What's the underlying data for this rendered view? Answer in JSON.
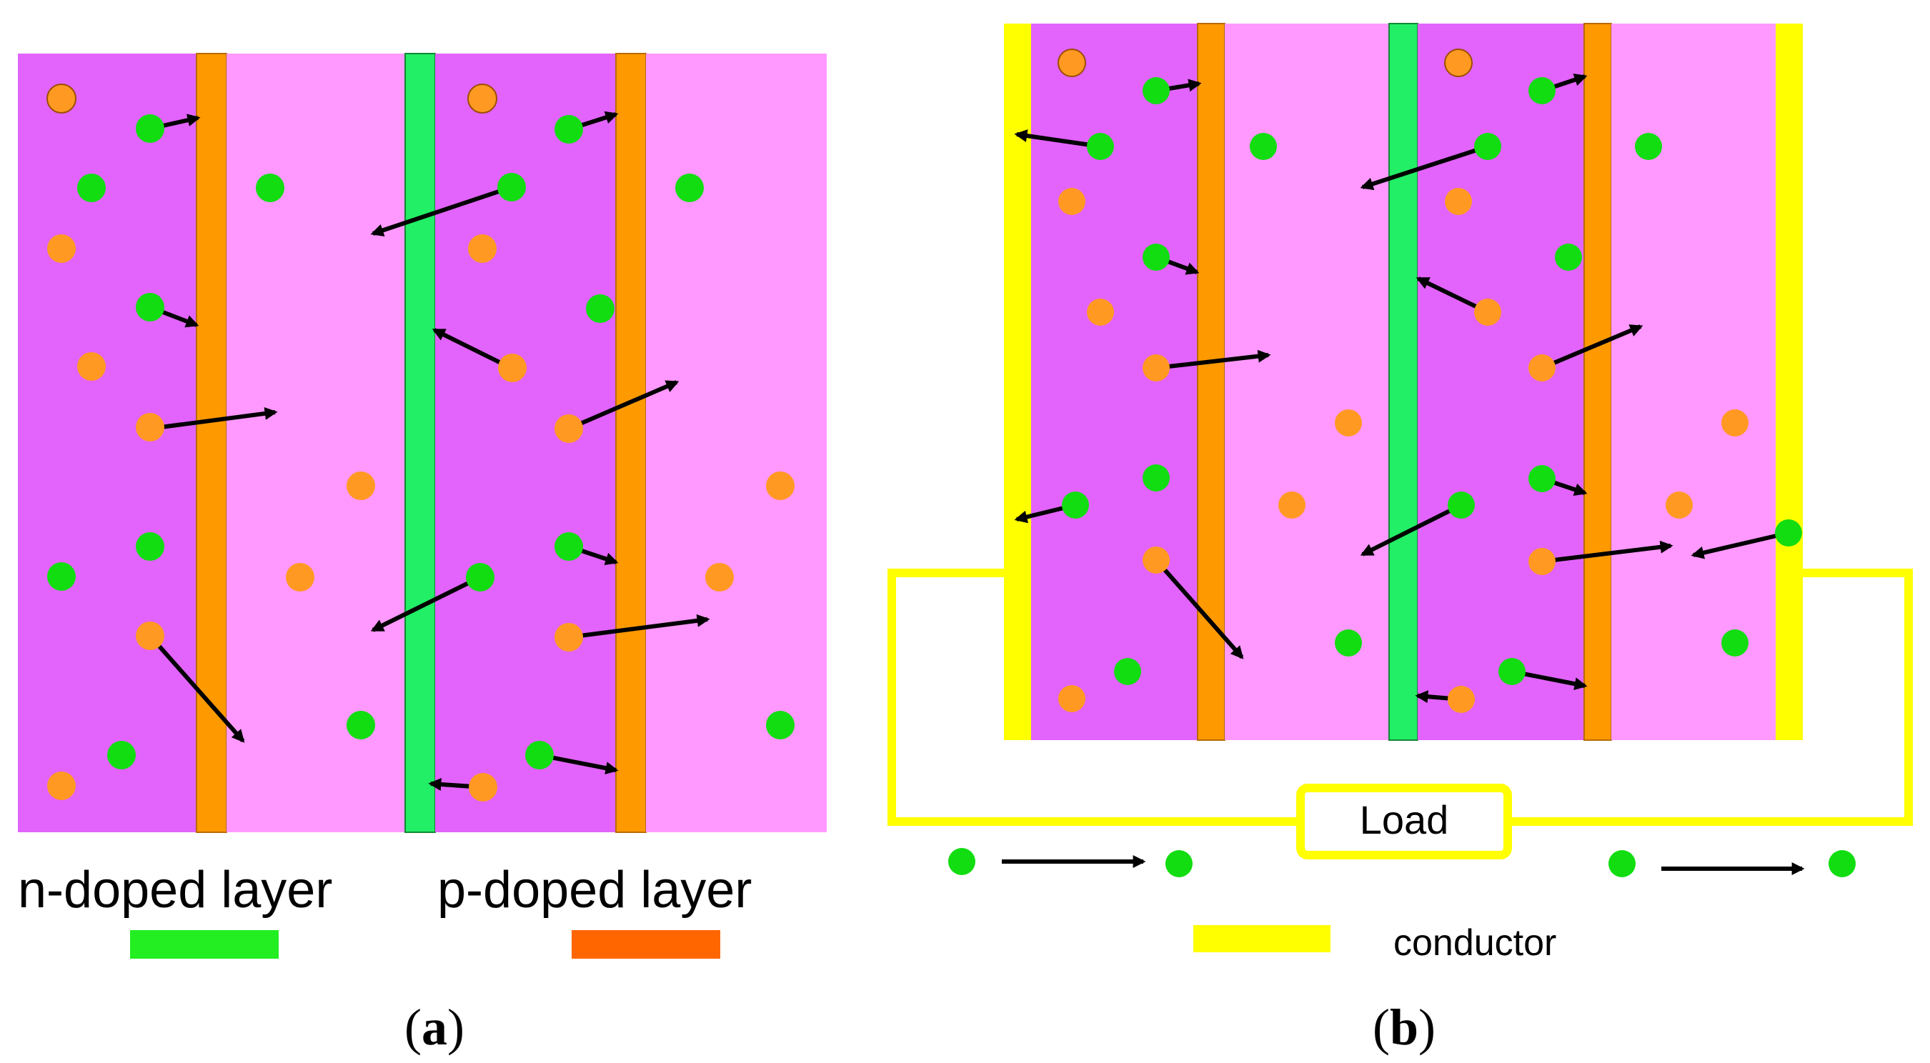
{
  "panel_a": {
    "label_letter": "a",
    "legend": {
      "n_label": "n-doped layer",
      "p_label": "p-doped layer"
    }
  },
  "panel_b": {
    "label_letter": "b",
    "load_label": "Load",
    "conductor_label": "conductor"
  },
  "colors": {
    "n_region": "#e264fc",
    "p_region": "#ff99ff",
    "p_doped_layer": "#ff9900",
    "n_doped_layer": "#22ee66",
    "legend_n_swatch": "#22ee22",
    "legend_p_swatch": "#ff6600",
    "conductor": "#ffff00",
    "electron": "#11dd11",
    "hole": "#ff9922",
    "arrow": "#000000"
  }
}
